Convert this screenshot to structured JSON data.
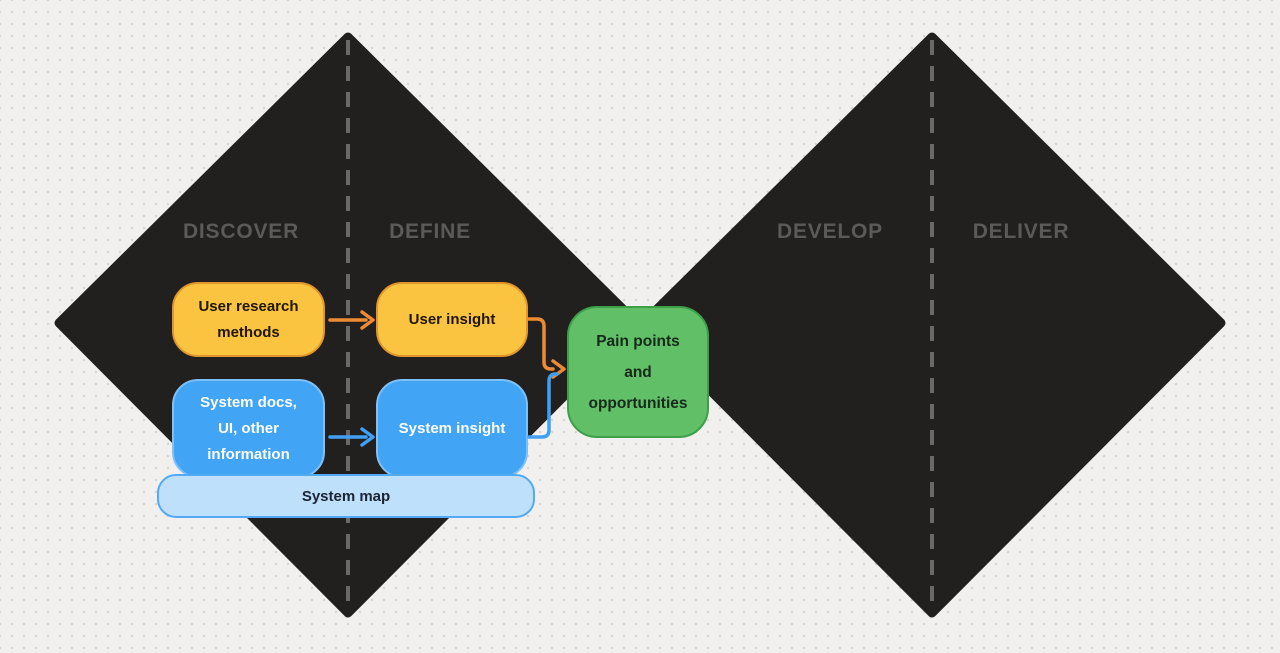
{
  "canvas": {
    "background_color": "#F1F0EE",
    "dot_color": "#D7D5D1"
  },
  "diamonds": {
    "fill": "#221F1F",
    "divider_color": "#6A6868",
    "phase_label_color": "#5B5959",
    "left": {
      "phase_left": "DISCOVER",
      "phase_right": "DEFINE"
    },
    "right": {
      "phase_left": "DEVELOP",
      "phase_right": "DELIVER"
    }
  },
  "nodes": {
    "user_research": {
      "label": "User research methods",
      "lines": [
        "User research",
        "methods"
      ],
      "fill": "#FBC440",
      "border": "#E1962C"
    },
    "user_insight": {
      "label": "User insight",
      "fill": "#FBC440",
      "border": "#E1962C"
    },
    "system_docs": {
      "label": "System docs, UI, other information",
      "lines": [
        "System docs,",
        "UI, other",
        "information"
      ],
      "fill": "#41A4F5",
      "border": "#7EC1F8"
    },
    "system_insight": {
      "label": "System insight",
      "fill": "#41A4F5",
      "border": "#7EC1F8"
    },
    "system_map": {
      "label": "System map",
      "fill": "#BEE0FB",
      "border": "#52AAF6"
    },
    "pain_points": {
      "label": "Pain points and opportunities",
      "lines": [
        "Pain points",
        "and",
        "opportunities"
      ],
      "fill": "#60BF67",
      "border": "#3E9F48"
    }
  },
  "arrows": {
    "orange_color": "#ED8B35",
    "blue_color": "#41A0F3"
  }
}
